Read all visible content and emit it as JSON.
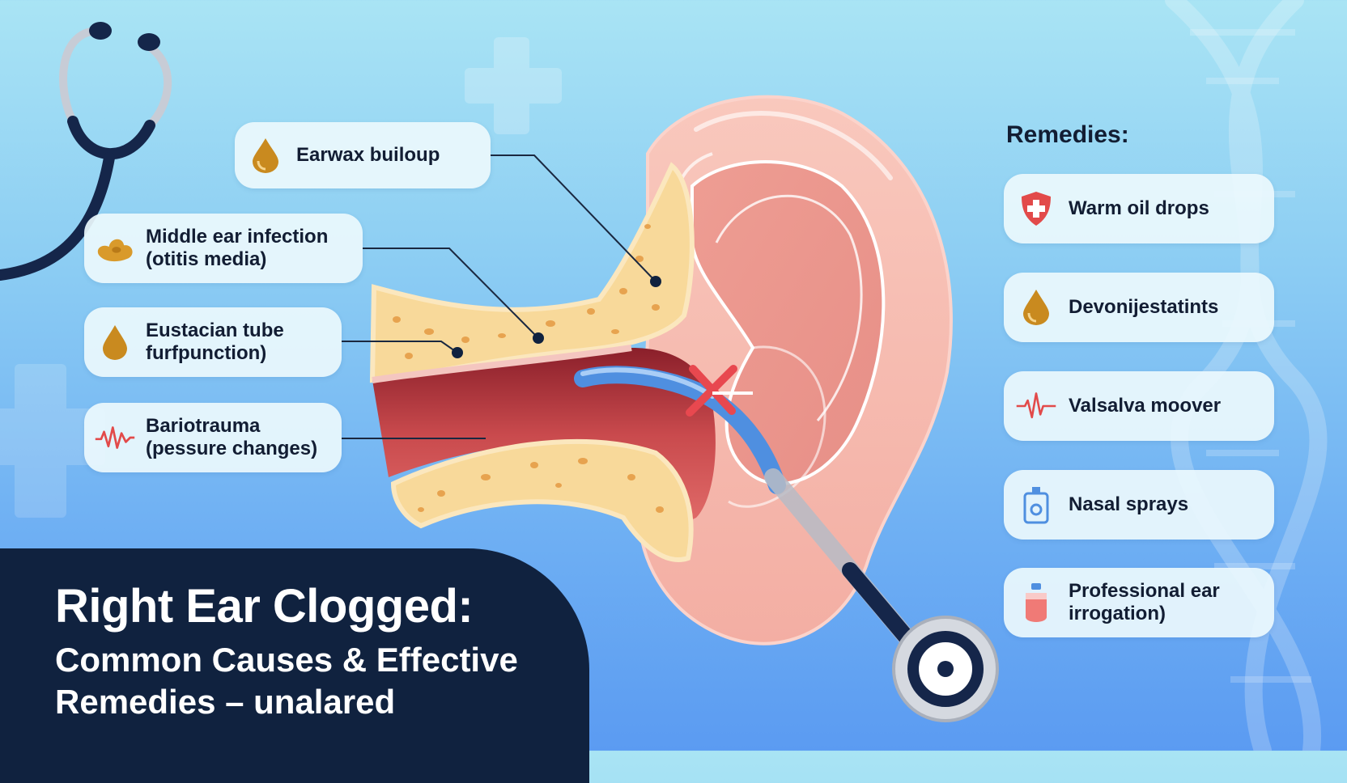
{
  "title": {
    "main": "Right Ear Clogged:",
    "sub": "Common Causes & Effective Remedies – unalared"
  },
  "causes": [
    {
      "label": "Earwax builoup",
      "icon": "oil-drop-icon"
    },
    {
      "label": "Middle ear infection (otitis media)",
      "icon": "blob-icon"
    },
    {
      "label": "Eustacian tube furfpunction)",
      "icon": "drop-icon"
    },
    {
      "label": "Bariotrauma (pessure changes)",
      "icon": "pulse-wave-icon"
    }
  ],
  "remedies_heading": "Remedies:",
  "remedies": [
    {
      "label": "Warm oil drops",
      "icon": "medical-shield-icon"
    },
    {
      "label": "Devonijestatints",
      "icon": "drop-icon"
    },
    {
      "label": "Valsalva moover",
      "icon": "heartbeat-icon"
    },
    {
      "label": "Nasal sprays",
      "icon": "spray-bottle-icon"
    },
    {
      "label": "Professional ear irrogation)",
      "icon": "irrigation-bottle-icon"
    }
  ],
  "colors": {
    "navy": "#10223f",
    "ear_skin": "#f6b7ac",
    "bone": "#f8d99a",
    "canal": "#c44a4a",
    "eustachian_tube": "#4f8fe0",
    "blockage_mark": "#e8484f",
    "remedy_red": "#e24a4a",
    "amber": "#c98a1f"
  }
}
